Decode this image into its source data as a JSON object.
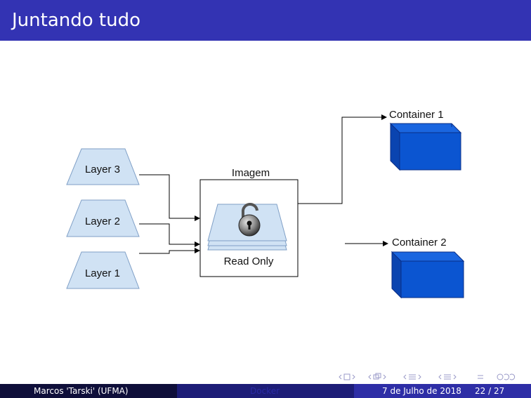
{
  "slide": {
    "title": "Juntando tudo"
  },
  "diagram": {
    "layers": [
      "Layer 3",
      "Layer 2",
      "Layer 1"
    ],
    "image_label": "Imagem",
    "image_caption": "Read Only",
    "containers": [
      "Container 1",
      "Container 2"
    ],
    "colors": {
      "layer_fill": "#d0e2f4",
      "layer_stroke": "#7f9fc6",
      "container_fill": "#0b55d1",
      "container_dark": "#0a2e86",
      "lock_icon": "padlock-icon"
    }
  },
  "footer": {
    "author": "Marcos 'Tarski' (UFMA)",
    "short_title": "Docker",
    "date": "7 de Julho de 2018",
    "page": "22 / 27"
  },
  "theme": {
    "title_bar": "#3333b3",
    "footer_left": "#0f0f3a",
    "footer_mid": "#1d1d77",
    "footer_right": "#2e2ea6"
  }
}
